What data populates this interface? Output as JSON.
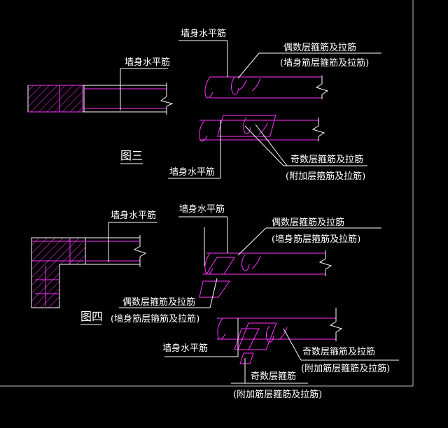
{
  "colors": {
    "background": "#000000",
    "line": "#ffffff",
    "rebar": "#ff33ff",
    "hatch": "#ff33ff",
    "border": "#bfbfbf"
  },
  "figure3": {
    "caption": "图三",
    "left_label": "墙身水平筋",
    "upper_label": "墙身水平筋",
    "even_label_1": "偶数层箍筋及拉筋",
    "even_label_2": "(墙身筋层箍筋及拉筋)",
    "lower_label": "墙身水平筋",
    "odd_label_1": "奇数层箍筋及拉筋",
    "odd_label_2": "(附加层箍筋及拉筋)"
  },
  "figure4": {
    "caption": "图四",
    "left_label": "墙身水平筋",
    "upper_label": "墙身水平筋",
    "even_label_1": "偶数层箍筋及拉筋",
    "even_label_2": "(墙身筋层箍筋及拉筋)",
    "mid_even_label_1": "偶数层箍筋及拉筋",
    "mid_even_label_2": "(墙身筋层箍筋及拉筋)",
    "lower_label": "墙身水平筋",
    "odd_right_label_1": "奇数层箍筋及拉筋",
    "odd_right_label_2": "(附加筋层箍筋及拉筋)",
    "odd_bottom_label_1": "奇数层箍筋",
    "odd_bottom_label_2": "(附加筋层箍筋及拉筋)"
  }
}
